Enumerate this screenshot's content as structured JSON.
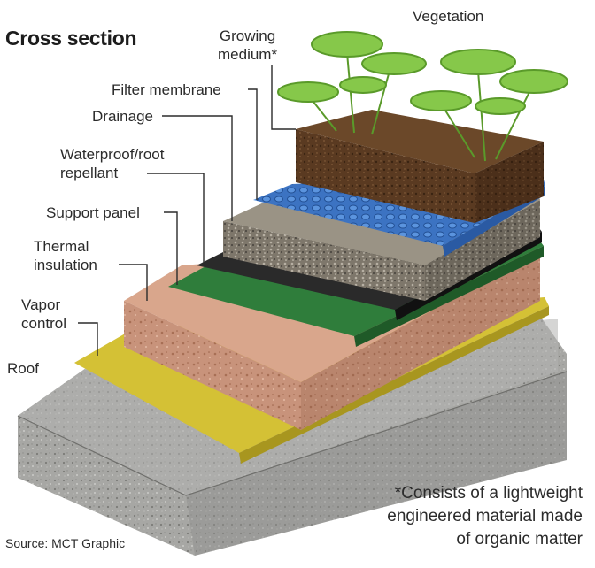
{
  "title": "Cross section",
  "labels": {
    "vegetation": "Vegetation",
    "growing_medium": [
      "Growing",
      "medium*"
    ],
    "filter_membrane": "Filter membrane",
    "drainage": "Drainage",
    "waterproof": [
      "Waterproof/root",
      "repellant"
    ],
    "support_panel": "Support panel",
    "thermal_insulation": [
      "Thermal",
      "insulation"
    ],
    "vapor_control": [
      "Vapor",
      "control"
    ],
    "roof": "Roof"
  },
  "note": [
    "*Consists of a lightweight",
    "engineered material made",
    "of organic matter"
  ],
  "source": "Source: MCT Graphic",
  "colors": {
    "concrete": "#a9a9a6",
    "vapor": "#d3bf2f",
    "insulation": "#c7937a",
    "support": "#2e7a3a",
    "waterproof": "#2a2a2a",
    "drainage": "#8a8276",
    "filter": "#3f78c6",
    "soil": "#5a3b22",
    "plant": "#7fc442"
  }
}
